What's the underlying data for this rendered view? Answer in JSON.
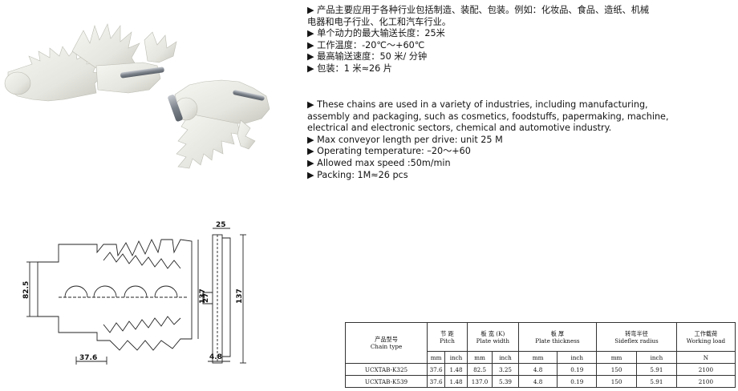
{
  "chinese_lines": [
    "▶ 产品主要应用于各种行业包括制造、装配、包装。例如：化妆品、食品、造纸、机械",
    "电器和电子行业、化工和汽车行业。",
    "▶ 单个动力的最大输送长度：25米",
    "▶ 工作温度：-20℃～+60℃",
    "▶ 最高输送速度：50 米/ 分钟",
    "▶ 包装：1 米≈26 片"
  ],
  "english_lines": [
    "▶  These chains are used in a variety of industries, including manufacturing,",
    "assembly and packaging, such as cosmetics, foodstuffs, papermaking, machine,",
    "electrical and electronic sectors, chemical and automotive industry.",
    "▶ Max conveyor length per drive: unit 25 M",
    "▶ Operating temperature: –20～+60",
    "▶ Allowed max speed :50m/min",
    "▶ Packing: 1M≈26 pcs"
  ],
  "drawing": {
    "dim_height_left": "82.5",
    "dim_pitch": "37.6",
    "dim_height_mid": "137",
    "dim_top": "25",
    "dim_pin": "27",
    "dim_thickness": "4.8",
    "dim_height_right": "137"
  },
  "table": {
    "headers": [
      {
        "cn": "产品型号",
        "en": "Chain  type"
      },
      {
        "cn": "节  距",
        "en": "Pitch"
      },
      {
        "cn": "板 宽 (K)",
        "en": "Plate width"
      },
      {
        "cn": "板  厚",
        "en": "Plate thickness"
      },
      {
        "cn": "转弯半径",
        "en": "Sideflex  radius"
      },
      {
        "cn": "工作载荷",
        "en": "Working load"
      }
    ],
    "units": [
      "mm",
      "inch",
      "mm",
      "inch",
      "mm",
      "inch",
      "mm",
      "inch",
      "N"
    ],
    "rows": [
      [
        "UCXTAB-K325",
        "37.6",
        "1.48",
        "82.5",
        "3.25",
        "4.8",
        "0.19",
        "150",
        "5.91",
        "2100"
      ],
      [
        "UCXTAB-K539",
        "37.6",
        "1.48",
        "137.0",
        "5.39",
        "4.8",
        "0.19",
        "150",
        "5.91",
        "2100"
      ]
    ]
  },
  "colors": {
    "plastic": "#ebebe6",
    "plastic_shadow": "#c9c9c2",
    "pin": "#8a8f96"
  }
}
